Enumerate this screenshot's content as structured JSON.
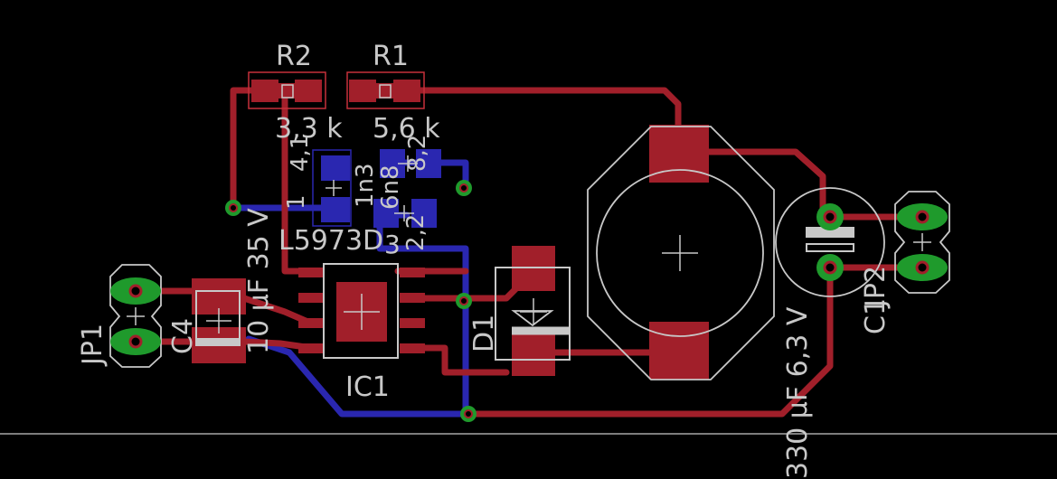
{
  "app": {
    "title": ""
  },
  "colors": {
    "background": "#000000",
    "top_copper": "#a11f2a",
    "bottom_copper": "#2a27b0",
    "silkscreen": "#c8c8c8",
    "via_ring": "#2db33a",
    "pad_green": "#1f9a2c",
    "place_box": "#c5303a"
  },
  "labels": {
    "r2_name": "R2",
    "r1_name": "R1",
    "r2_value": "3,3 k",
    "r1_value": "5,6 k",
    "ic1_name": "IC1",
    "ic1_part": "L5973D",
    "d1_name": "D1",
    "c4_name": "C4",
    "c4_value": "10 µF 35 V",
    "c1_name": "C1",
    "c1_value": "330 µF 6,3 V",
    "jp1_name": "JP1",
    "jp2_name": "JP2",
    "overlap_text_a": "4,1",
    "overlap_text_b": "1",
    "overlap_text_c": "1n3",
    "overlap_text_d": "8,2",
    "overlap_text_e": "6n8",
    "overlap_text_f": "2,2",
    "overlap_text_g": "3"
  }
}
